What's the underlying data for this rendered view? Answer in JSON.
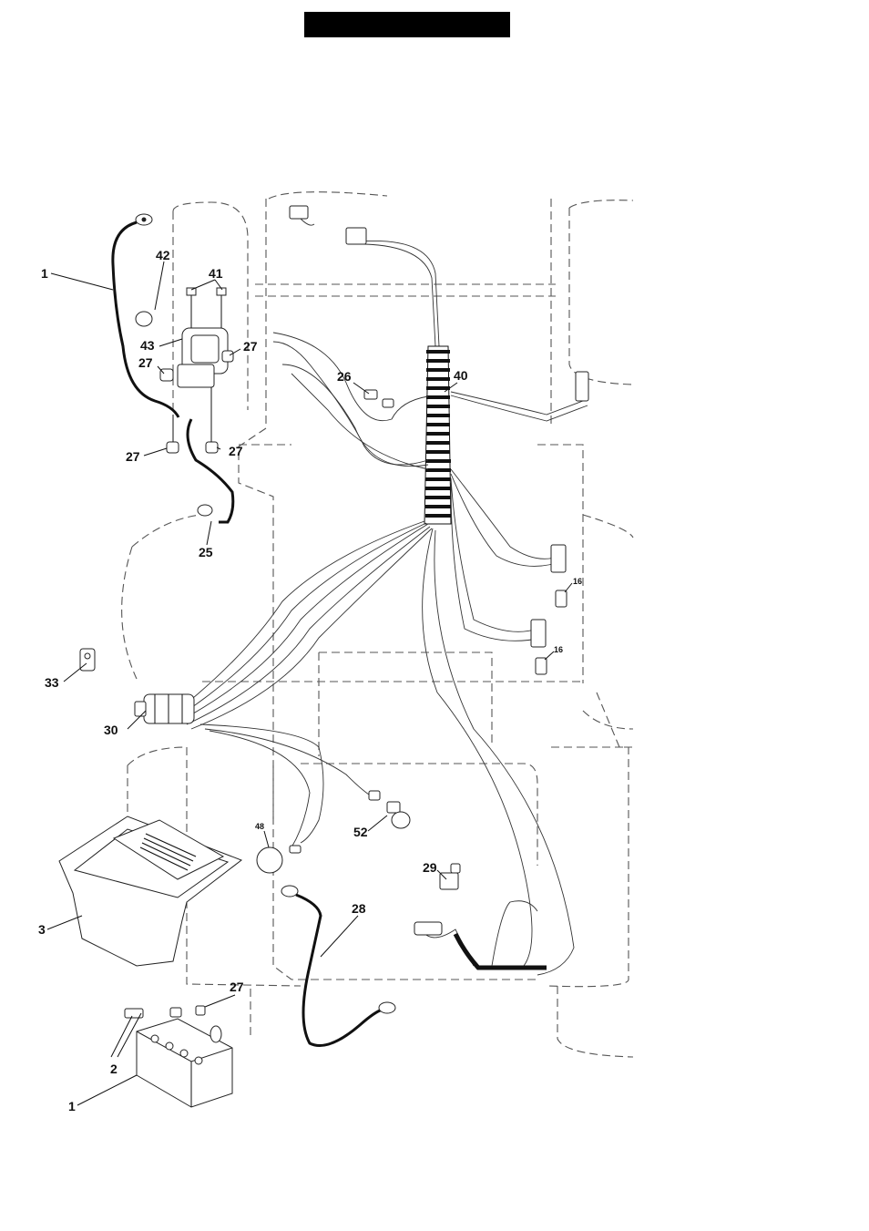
{
  "labels": {
    "l1_top": "1",
    "l42": "42",
    "l41": "41",
    "l43": "43",
    "l27_a": "27",
    "l27_b": "27",
    "l27_c": "27",
    "l27_d": "27",
    "l27_e": "27",
    "l26": "26",
    "l40": "40",
    "l25": "25",
    "l16_a": "16",
    "l16_b": "16",
    "l33": "33",
    "l30": "30",
    "l48": "48",
    "l52": "52",
    "l29": "29",
    "l28": "28",
    "l3": "3",
    "l2": "2",
    "l1_bottom": "1"
  }
}
